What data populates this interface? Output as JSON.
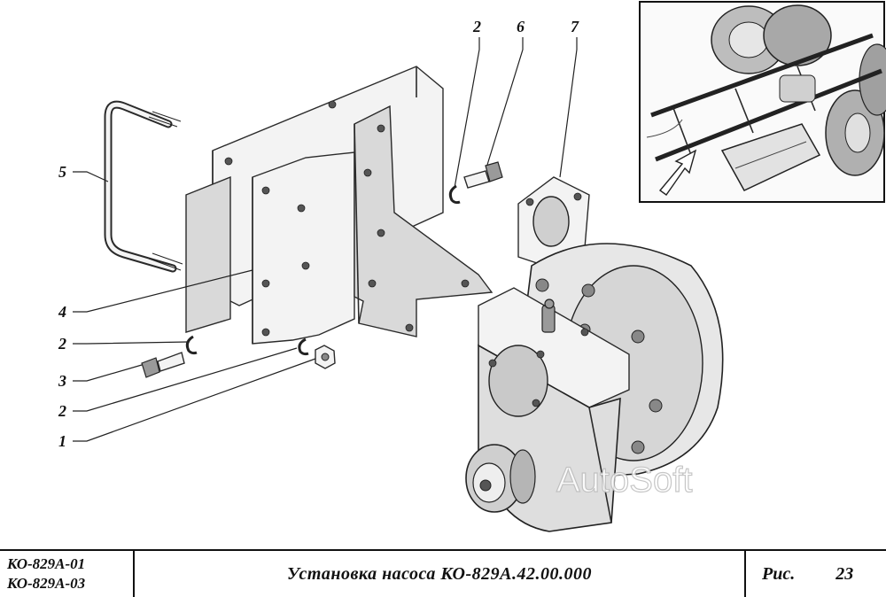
{
  "callouts": {
    "c1": "1",
    "c2a": "2",
    "c2b": "2",
    "c2c": "2",
    "c3": "3",
    "c4": "4",
    "c5": "5",
    "c6": "6",
    "c7": "7"
  },
  "watermark": "AutoSoft",
  "title_block": {
    "model_1": "КО-829А-01",
    "model_2": "КО-829А-03",
    "title": "Установка насоса КО-829А.42.00.000",
    "fig_label": "Рис.",
    "fig_number": "23"
  }
}
